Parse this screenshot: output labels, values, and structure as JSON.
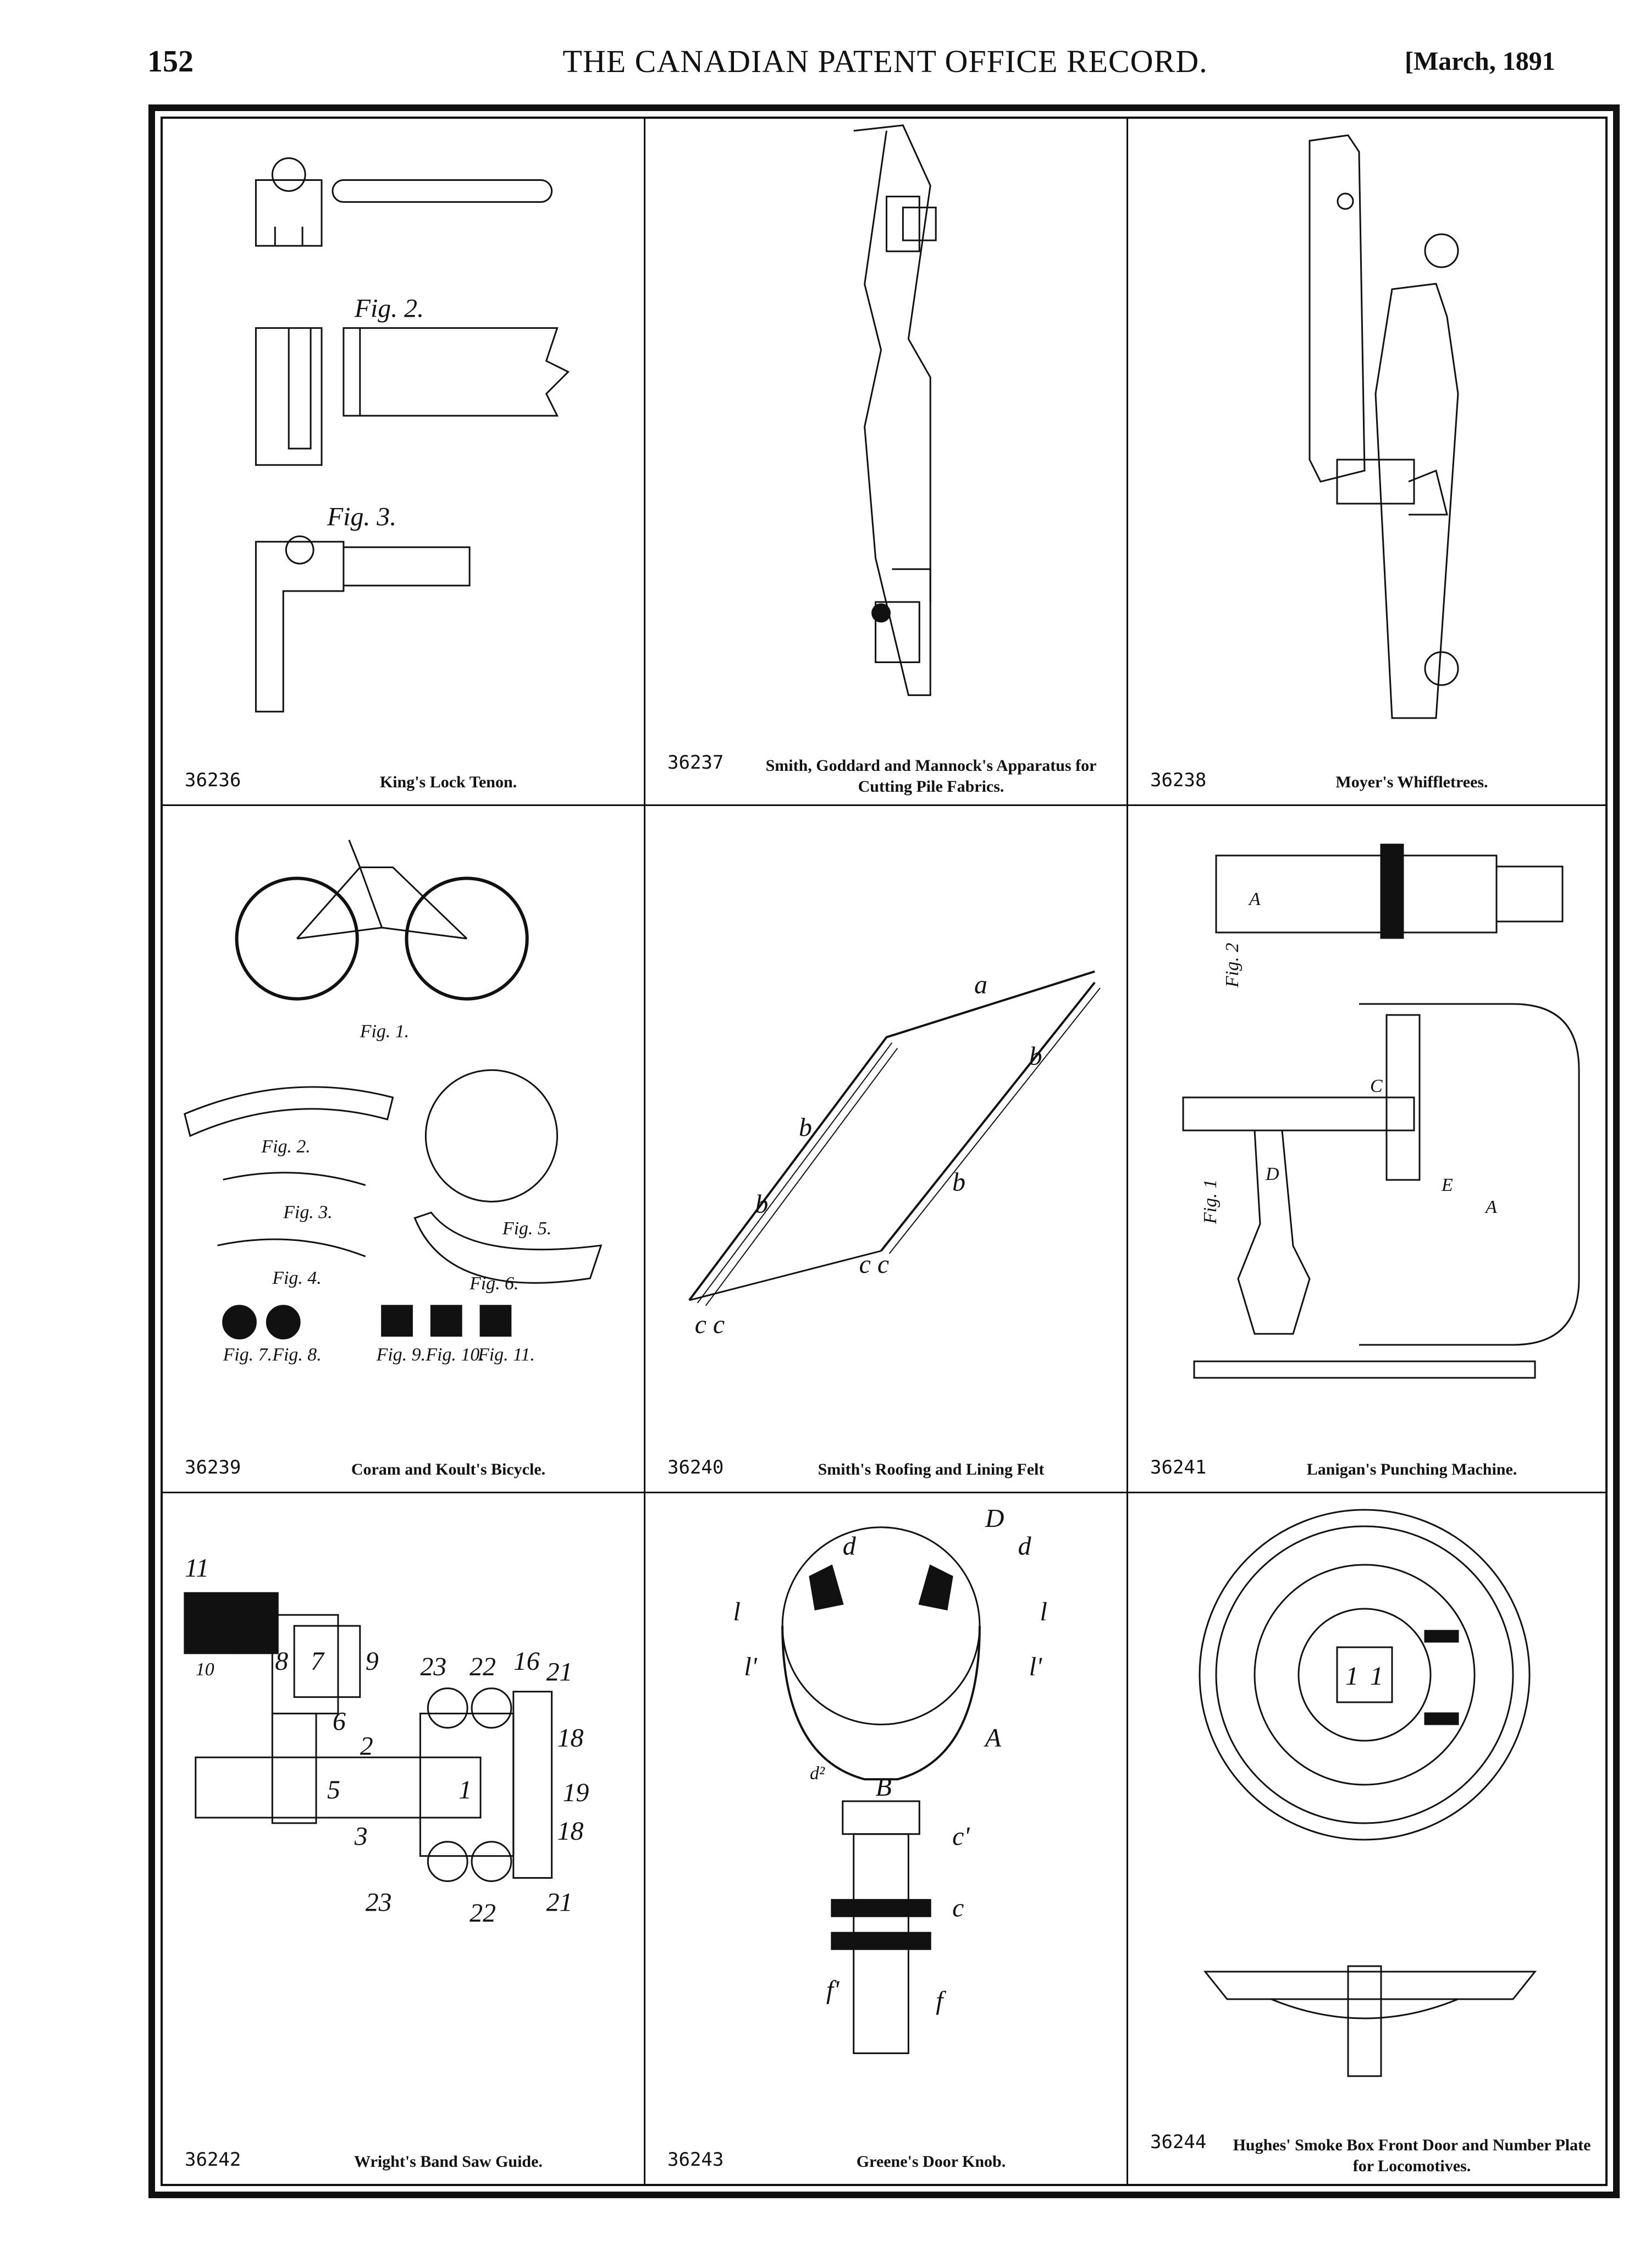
{
  "header": {
    "page_number": "152",
    "title": "THE CANADIAN PATENT OFFICE RECORD.",
    "date": "[March, 1891"
  },
  "patents": [
    {
      "number": "36236",
      "title": "King's Lock Tenon."
    },
    {
      "number": "36237",
      "title": "Smith, Goddard and Mannock's Apparatus for Cutting Pile Fabrics."
    },
    {
      "number": "36238",
      "title": "Moyer's Whiffletrees."
    },
    {
      "number": "36239",
      "title": "Coram and Koult's Bicycle."
    },
    {
      "number": "36240",
      "title": "Smith's Roofing and Lining Felt"
    },
    {
      "number": "36241",
      "title": "Lanigan's Punching Machine."
    },
    {
      "number": "36242",
      "title": "Wright's Band Saw Guide."
    },
    {
      "number": "36243",
      "title": "Greene's Door Knob."
    },
    {
      "number": "36244",
      "title": "Hughes' Smoke Box Front Door and Number Plate for Locomotives."
    }
  ],
  "figure_labels": {
    "tenon": [
      "Fig. 2.",
      "Fig. 3."
    ],
    "bicycle": [
      "Fig. 1.",
      "Fig. 2.",
      "Fig. 3.",
      "Fig. 4.",
      "Fig. 5.",
      "Fig. 6.",
      "Fig. 7.",
      "Fig. 8.",
      "Fig. 9.",
      "Fig. 10.",
      "Fig. 11."
    ],
    "felt": [
      "a",
      "b",
      "b",
      "b",
      "b",
      "c c",
      "c c"
    ],
    "punch": [
      "Fig. 2",
      "Fig. 1",
      "A",
      "A",
      "D",
      "C",
      "E"
    ],
    "saw": [
      "11",
      "7",
      "8",
      "9",
      "10",
      "6",
      "2",
      "5",
      "3",
      "1",
      "23",
      "22",
      "16",
      "21",
      "18",
      "19",
      "18",
      "23",
      "22",
      "21"
    ],
    "knob": [
      "D",
      "d",
      "d",
      "l",
      "l",
      "l'",
      "l'",
      "A",
      "B",
      "c",
      "c'",
      "f",
      "f'",
      "d²"
    ],
    "smokebox": [
      "1",
      "1"
    ]
  }
}
